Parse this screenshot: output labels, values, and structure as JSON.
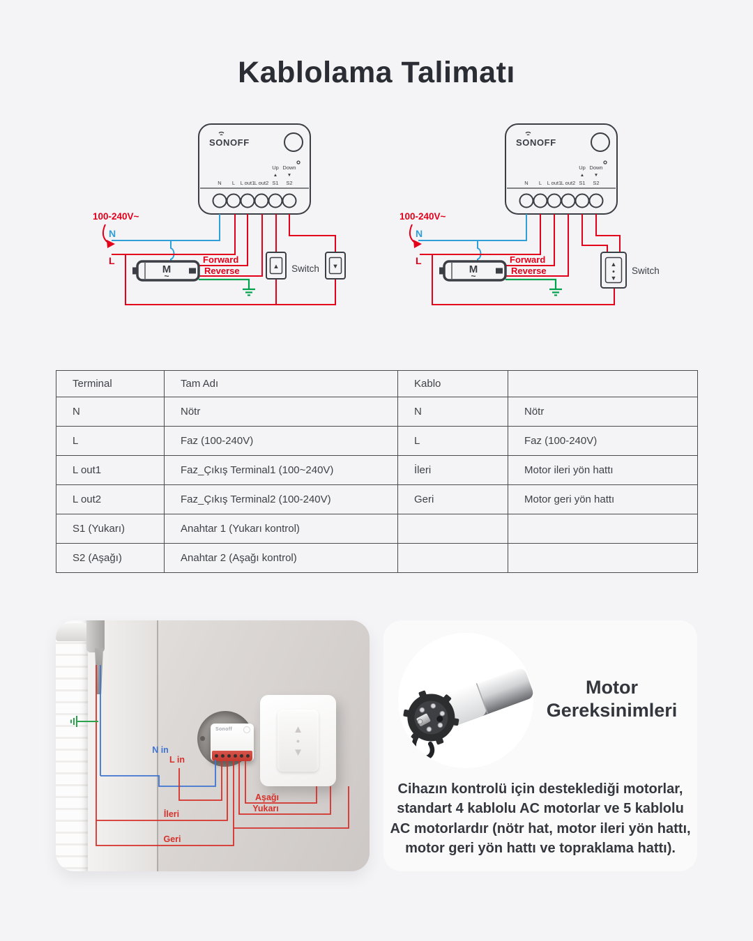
{
  "title": "Kablolama Talimatı",
  "device": {
    "brand": "SONOFF",
    "up": "Up",
    "down": "Down",
    "terminals": [
      "N",
      "L",
      "L out1",
      "L out2",
      "S1",
      "S2"
    ]
  },
  "wiring": {
    "voltage": "100-240V~",
    "neutral": "N",
    "live": "L",
    "motor": "M",
    "motor_tilde": "~",
    "forward": "Forward",
    "reverse": "Reverse",
    "switch_label": "Switch"
  },
  "icons": {
    "up_arrow": "▲",
    "down_arrow": "▼",
    "dot": "●"
  },
  "terminal_table": {
    "headers": [
      "Terminal",
      "Tam Adı",
      "Kablo",
      ""
    ],
    "rows": [
      [
        "N",
        "Nötr",
        "N",
        "Nötr"
      ],
      [
        "L",
        "Faz (100-240V)",
        "L",
        "Faz (100-240V)"
      ],
      [
        "L out1",
        "Faz_Çıkış Terminal1 (100~240V)",
        "İleri",
        "Motor ileri yön hattı"
      ],
      [
        "L out2",
        "Faz_Çıkış Terminal2 (100-240V)",
        "Geri",
        "Motor geri yön hattı"
      ],
      [
        "S1 (Yukarı)",
        "Anahtar 1 (Yukarı kontrol)",
        "",
        ""
      ],
      [
        "S2 (Aşağı)",
        "Anahtar 2 (Aşağı kontrol)",
        "",
        ""
      ]
    ]
  },
  "installation": {
    "device_brand": "Sonoff",
    "n_in": "N in",
    "l_in": "L in",
    "ileri": "İleri",
    "geri": "Geri",
    "asagi": "Aşağı",
    "yukari": "Yukarı"
  },
  "motor_requirements": {
    "title": "Motor Gereksinimleri",
    "description": "Cihazın kontrolü için desteklediği motorlar, standart 4 kablolu AC motorlar ve 5 kablolu AC motorlardır (nötr hat, motor ileri yön hattı, motor geri yön hattı ve topraklama hattı)."
  },
  "colors": {
    "red": "#e2001a",
    "blue": "#2e9fd8",
    "green": "#00a14e",
    "dark": "#3b3e44"
  }
}
